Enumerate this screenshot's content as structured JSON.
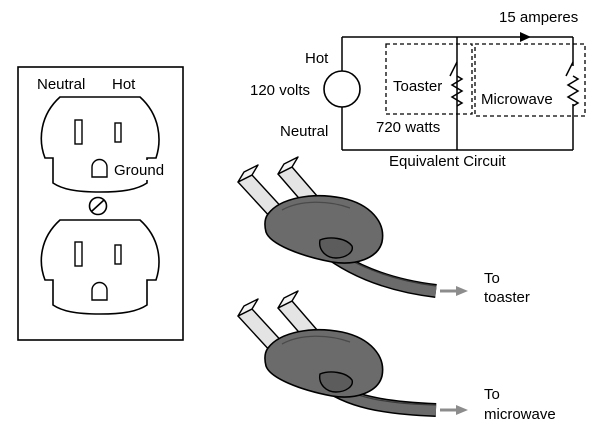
{
  "outlet": {
    "neutral_label": "Neutral",
    "hot_label": "Hot",
    "ground_label": "Ground"
  },
  "circuit": {
    "current_label": "15 amperes",
    "hot_label": "Hot",
    "neutral_label": "Neutral",
    "voltage_label": "120 volts",
    "toaster_label": "Toaster",
    "toaster_power_label": "720 watts",
    "microwave_label": "Microwave",
    "caption": "Equivalent Circuit"
  },
  "plugs": {
    "top_label_line1": "To",
    "top_label_line2": "toaster",
    "bottom_label_line1": "To",
    "bottom_label_line2": "microwave"
  },
  "colors": {
    "plug_body": "#6b6b6b",
    "plug_shadow": "#4a4a4a",
    "arrow": "#8c8c8c",
    "prong": "#e4e4e4"
  }
}
